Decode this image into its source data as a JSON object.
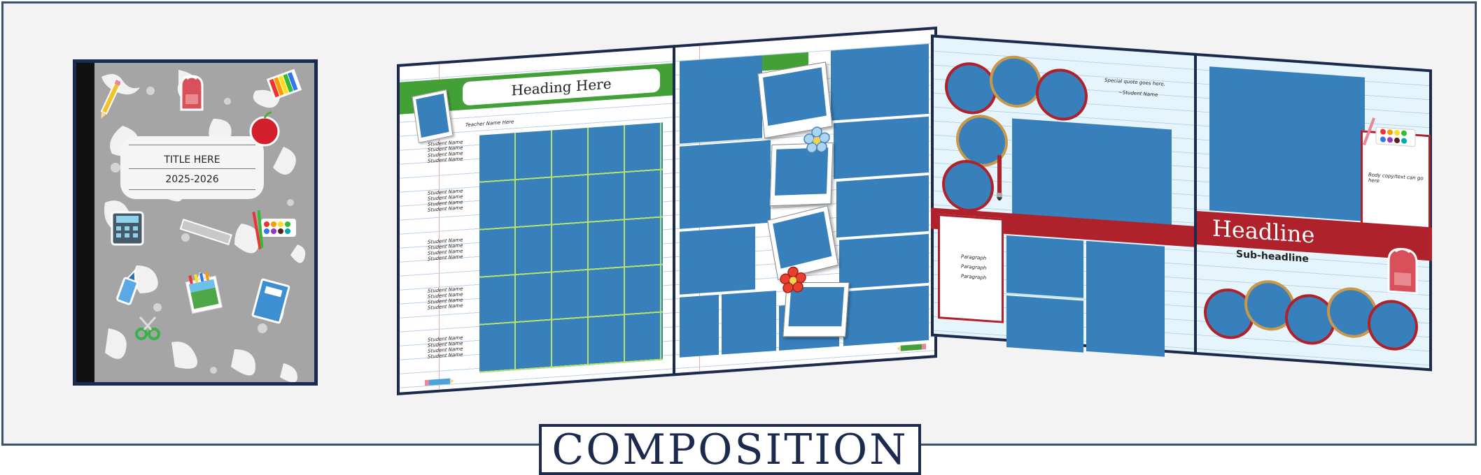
{
  "cover": {
    "title": "TITLE HERE",
    "year": "2025-2026"
  },
  "spread1": {
    "heading": "Heading Here",
    "teacher_name": "Teacher Name Here",
    "student_name": "Student Name"
  },
  "spread2": {
    "quote": "Special quote goes here.",
    "quote_author": "~Student Name",
    "paragraph": "Paragraph",
    "caption": "Body copy/text can go here",
    "headline": "Headline",
    "subheadline": "Sub-headline"
  },
  "label": "COMPOSITION",
  "colors": {
    "frame_border": "#3a5275",
    "navy": "#1c2b4d",
    "photo_blue": "#3780bb",
    "green": "#43a037",
    "red": "#b0222b"
  },
  "icons": [
    "pencil-icon",
    "backpack-icon",
    "crayons-icon",
    "apple-icon",
    "calculator-icon",
    "ruler-icon",
    "paint-palette-icon",
    "glue-icon",
    "scissors-icon",
    "notebook-icon",
    "flower-icon"
  ]
}
